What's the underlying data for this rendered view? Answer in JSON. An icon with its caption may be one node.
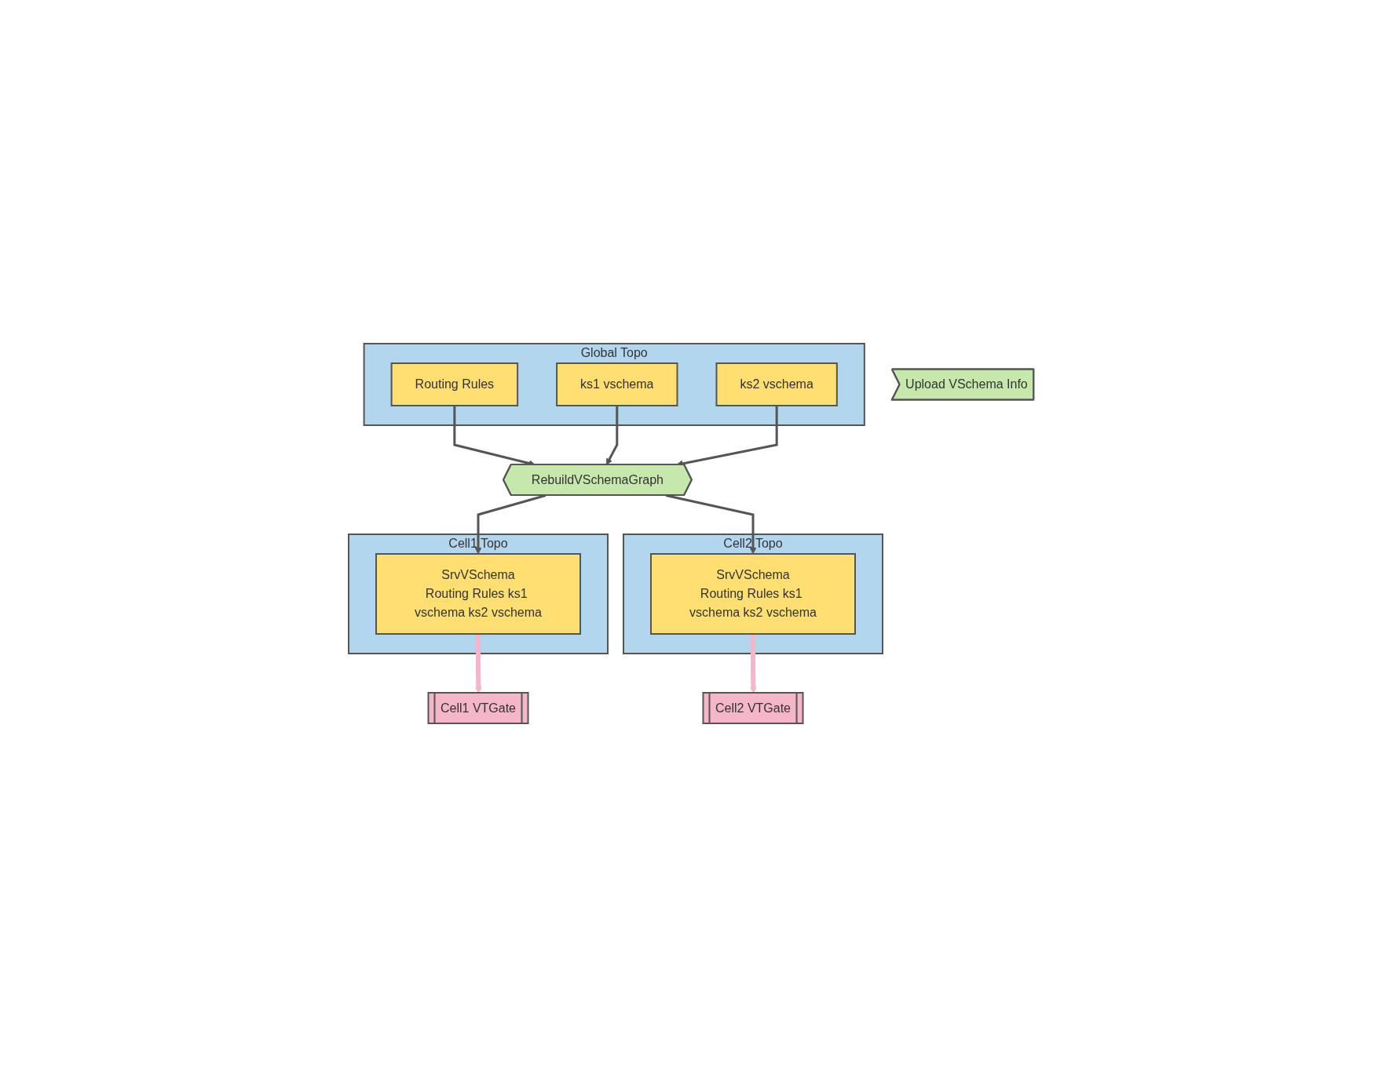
{
  "diagram": {
    "nodes": [
      {
        "text": [
          "Global Topo"
        ]
      },
      {
        "text": [
          "Routing Rules"
        ],
        "in": 0
      },
      {
        "text": [
          "ks1 vschema"
        ],
        "in": 0
      },
      {
        "text": [
          "ks2 vschema"
        ],
        "in": 0
      },
      {
        "text": [
          "Upload VSchema Info"
        ]
      },
      {
        "text": [
          "RebuildVSchemaGraph"
        ]
      },
      {
        "text": [
          "Cell1 Topo"
        ]
      },
      {
        "text": [
          "SrvVSchema",
          "Routing Rules ks1 vschema ks2 vschema"
        ],
        "in": 6
      },
      {
        "text": [
          "Cell2 Topo"
        ]
      },
      {
        "text": [
          "SrvVSchema",
          "Routing Rules ks1 vschema ks2 vschema"
        ],
        "in": 8
      },
      {
        "text": [
          "Cell1 VTGate"
        ]
      },
      {
        "text": [
          "Cell2 VTGate"
        ]
      }
    ],
    "edges": [
      {
        "from": 1,
        "to": 5,
        "arrow": "to"
      },
      {
        "from": 2,
        "to": 5,
        "arrow": "to"
      },
      {
        "from": 3,
        "to": 5,
        "arrow": "to"
      },
      {
        "from": 5,
        "to": 7,
        "arrow": "to"
      },
      {
        "from": 5,
        "to": 9,
        "arrow": "to"
      },
      {
        "from": 7,
        "to": 10,
        "arrow": "to",
        "style": "thick",
        "color": "#f4b6c8"
      },
      {
        "from": 9,
        "to": 11,
        "arrow": "to",
        "style": "thick",
        "color": "#f4b6c8"
      }
    ]
  }
}
